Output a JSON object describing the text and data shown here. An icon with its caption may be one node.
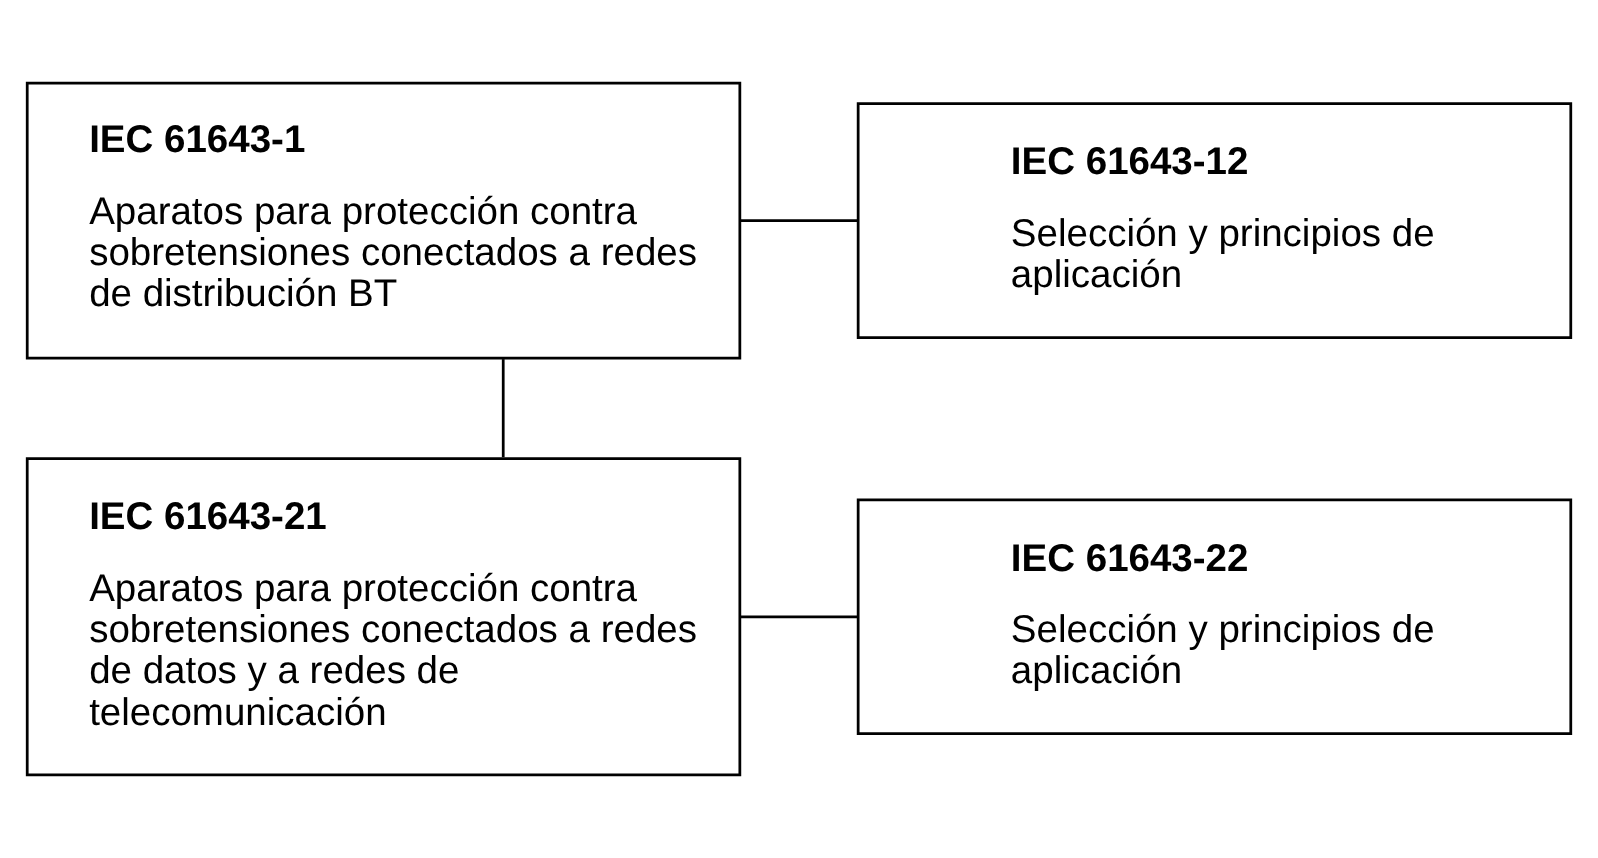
{
  "diagram": {
    "nodes": [
      {
        "text": [
          "IEC 61643-1",
          "Aparatos para protección contra sobretensiones conectados a redes de distribución BT"
        ]
      },
      {
        "text": [
          "IEC 61643-12",
          "Selección y principios de aplicación"
        ]
      },
      {
        "text": [
          "IEC 61643-21",
          "Aparatos para protección contra sobretensiones conectados a redes de datos y a redes de telecomunicación"
        ]
      },
      {
        "text": [
          "IEC 61643-22",
          "Selección y principios de aplicación"
        ]
      }
    ],
    "edges": [
      {
        "from": 0,
        "to": 1,
        "arrow": "none"
      },
      {
        "from": 0,
        "to": 2,
        "arrow": "none"
      },
      {
        "from": 2,
        "to": 3,
        "arrow": "none"
      }
    ]
  }
}
